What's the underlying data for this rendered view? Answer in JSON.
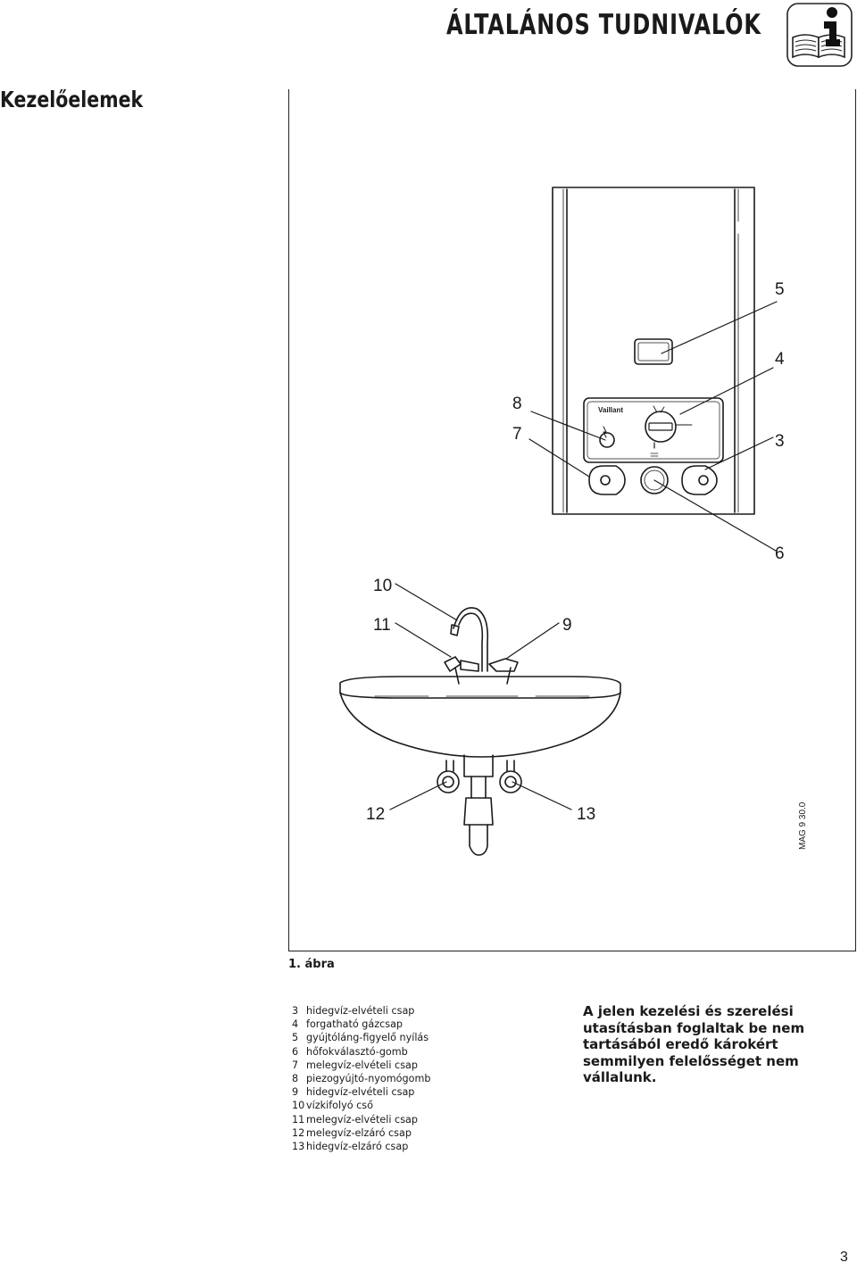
{
  "header": {
    "title": "ÁLTALÁNOS TUDNIVALÓK",
    "icon": "info-book-icon"
  },
  "section_title": "Kezelőelemek",
  "figure": {
    "callouts": [
      "5",
      "4",
      "8",
      "7",
      "3",
      "6",
      "10",
      "11",
      "9",
      "12",
      "13"
    ],
    "brand": "Vaillant",
    "code": "MAG 9 30.0",
    "caption": "1. ábra"
  },
  "legend": [
    {
      "num": "3",
      "text": "hidegvíz-elvételi csap"
    },
    {
      "num": "4",
      "text": "forgatható gázcsap"
    },
    {
      "num": "5",
      "text": "gyújtóláng-figyelő nyílás"
    },
    {
      "num": "6",
      "text": "hőfokválasztó-gomb"
    },
    {
      "num": "7",
      "text": "melegvíz-elvételi csap"
    },
    {
      "num": "8",
      "text": "piezogyújtó-nyomógomb"
    },
    {
      "num": "9",
      "text": "hidegvíz-elvételi csap"
    },
    {
      "num": "10",
      "text": "vízkifolyó cső"
    },
    {
      "num": "11",
      "text": "melegvíz-elvételi csap"
    },
    {
      "num": "12",
      "text": "melegvíz-elzáró csap"
    },
    {
      "num": "13",
      "text": "hidegvíz-elzáró csap"
    }
  ],
  "notice": "A jelen kezelési és szerelési utasításban foglaltak be nem tartásából eredő károkért semmilyen felelősséget nem vállalunk.",
  "page_number": "3"
}
